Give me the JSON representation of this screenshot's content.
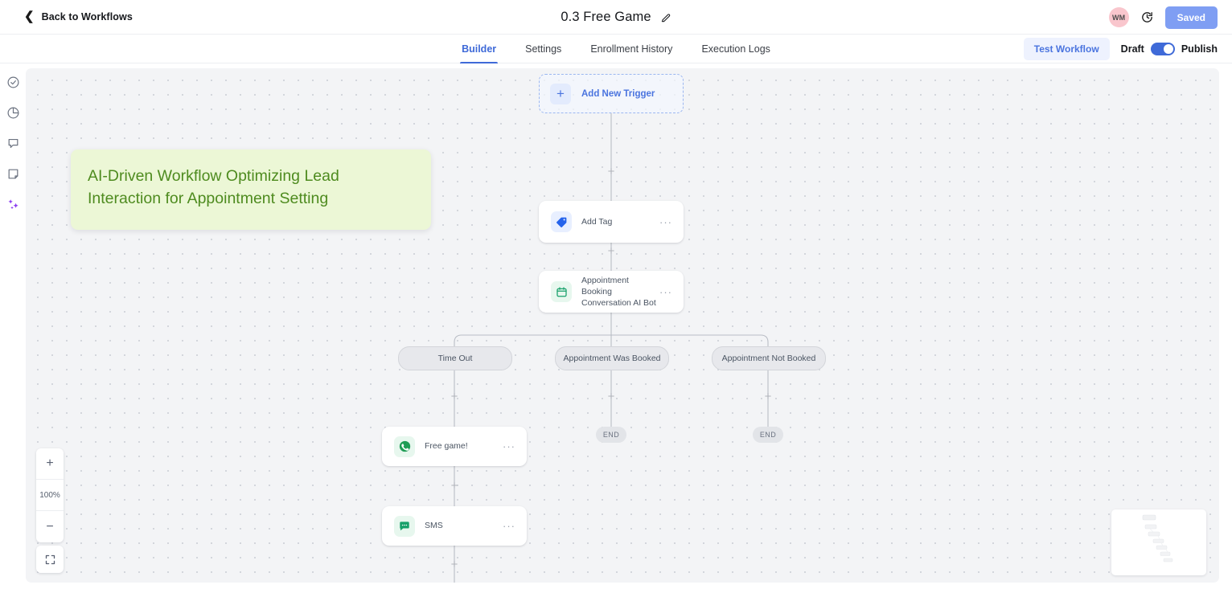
{
  "header": {
    "back_label": "Back to Workflows",
    "back_icon": "chevron-left-icon",
    "title": "0.3 Free Game",
    "edit_icon": "pencil-icon",
    "avatar_initials": "WM",
    "avatar_color": "#f9c6cd",
    "history_icon": "history-clock-icon",
    "save_label": "Saved",
    "save_color": "#7f9ef3"
  },
  "tabs": [
    {
      "label": "Builder",
      "active": true
    },
    {
      "label": "Settings",
      "active": false
    },
    {
      "label": "Enrollment History",
      "active": false
    },
    {
      "label": "Execution Logs",
      "active": false
    }
  ],
  "tabbar_right": {
    "test_label": "Test Workflow",
    "test_bg": "#eef2fe",
    "test_fg": "#4a74df",
    "draft_label": "Draft",
    "publish_label": "Publish",
    "toggle_on": true,
    "toggle_color": "#3f6ad8"
  },
  "rail": [
    {
      "icon": "check-circle-icon",
      "name": "sidebar-item-checklist"
    },
    {
      "icon": "pie-chart-icon",
      "name": "sidebar-item-stats"
    },
    {
      "icon": "comment-icon",
      "name": "sidebar-item-comments"
    },
    {
      "icon": "note-icon",
      "name": "sidebar-item-notes"
    },
    {
      "icon": "sparkle-ai-icon",
      "name": "sidebar-item-ai"
    }
  ],
  "annotation": {
    "text": "AI-Driven Workflow Optimizing Lead Interaction for Appointment Setting",
    "bg": "#ecf7d6",
    "fg": "#4e8b1f"
  },
  "canvas": {
    "trigger": {
      "label": "Add New Trigger",
      "icon": "plus-icon"
    },
    "nodes": [
      {
        "label": "Add Tag",
        "icon": "tag-icon",
        "icon_bg": "#e8efff",
        "icon_fg": "#2563eb",
        "menu": "···"
      },
      {
        "label": "Appointment Booking Conversation AI Bot",
        "icon": "calendar-icon",
        "icon_bg": "#e7f7ee",
        "icon_fg": "#16a06a",
        "menu": "···"
      },
      {
        "label": "Free game!",
        "icon": "whatsapp-icon",
        "icon_bg": "#e7f7ee",
        "icon_fg": "#1f9d55",
        "menu": "···"
      },
      {
        "label": "SMS",
        "icon": "sms-bubble-icon",
        "icon_bg": "#e7f7ee",
        "icon_fg": "#16a06a",
        "menu": "···"
      }
    ],
    "branches": [
      {
        "label": "Time Out"
      },
      {
        "label": "Appointment Was Booked"
      },
      {
        "label": "Appointment Not Booked"
      }
    ],
    "end_nodes": [
      {
        "label": "END"
      },
      {
        "label": "END"
      }
    ],
    "add_handle_glyph": "+"
  },
  "zoom_controls": {
    "zoom_in": "+",
    "zoom_level": "100%",
    "zoom_out": "−",
    "fit_icon": "fit-screen-icon"
  },
  "minimap": {
    "name": "minimap"
  }
}
